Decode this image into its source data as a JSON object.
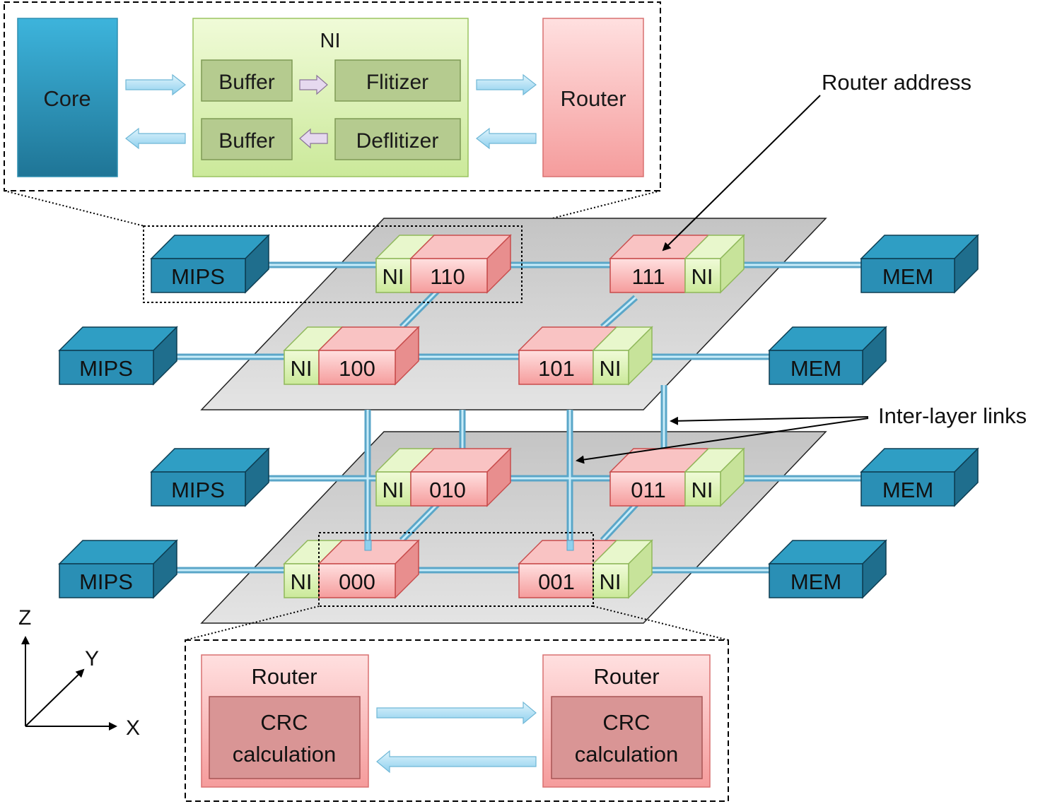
{
  "top_inset": {
    "core": "Core",
    "ni_title": "NI",
    "buffer_top": "Buffer",
    "flitizer": "Flitizer",
    "buffer_bottom": "Buffer",
    "deflitizer": "Deflitizer",
    "router": "Router"
  },
  "annotations": {
    "router_address": "Router address",
    "inter_layer_links": "Inter-layer links"
  },
  "nodes": {
    "mips": "MIPS",
    "mem": "MEM",
    "ni": "NI",
    "r110": "110",
    "r111": "111",
    "r100": "100",
    "r101": "101",
    "r010": "010",
    "r011": "011",
    "r000": "000",
    "r001": "001"
  },
  "axes": {
    "z": "Z",
    "y": "Y",
    "x": "X"
  },
  "bottom_inset": {
    "router_left": "Router",
    "crc_left_1": "CRC",
    "crc_left_2": "calculation",
    "router_right": "Router",
    "crc_right_1": "CRC",
    "crc_right_2": "calculation"
  },
  "colors": {
    "core_blue": "#2a8fb5",
    "ni_green": "#d8f0a8",
    "router_pink": "#f7aaaa",
    "buffer_olive": "#b4ca8e",
    "crc_rose": "#d99595",
    "link_blue": "#8fd0ee",
    "plane_gray": "#d0d0d0"
  }
}
